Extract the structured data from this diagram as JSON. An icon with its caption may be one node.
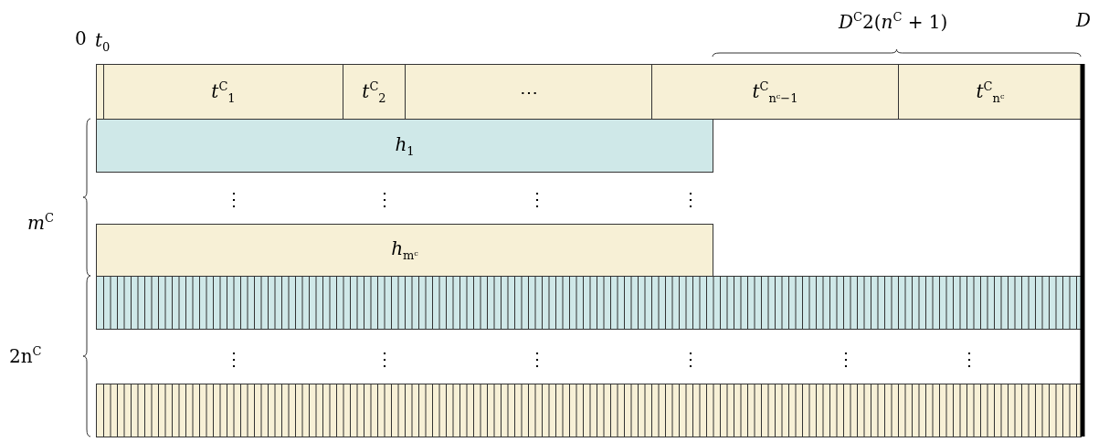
{
  "diagram": {
    "nodes": [
      {
        "text": [],
        "shape": "box"
      },
      {
        "text": [
          "*t*$^{C}$$_{1}$"
        ]
      },
      {
        "text": [
          "*t*$^{C}$$_{2}$"
        ]
      },
      {
        "text": [
          "⋯"
        ]
      },
      {
        "text": [
          "*t*$^{C}$$_{nᶜ−1}$"
        ]
      },
      {
        "text": [
          "*t*$^{C}$$_{nᶜ}$"
        ]
      },
      {
        "text": [
          "*h*$_{1}$"
        ]
      },
      {
        "text": [
          "*h*$_{mᶜ}$"
        ]
      },
      {
        "text": [],
        "shape": "bar"
      },
      {
        "text": [],
        "shape": "bar"
      }
    ],
    "labels": [
      "0",
      "*t*$_{0}$",
      "*D*$^{C}$2(*n*$^{C}$ + 1)",
      "*D*",
      "*m*$^{C}$",
      "⋮",
      "⋮",
      "⋮",
      "⋮",
      "2n$^{C}$",
      "⋮",
      "⋮",
      "⋮",
      "⋮",
      "⋮",
      "⋮"
    ]
  }
}
